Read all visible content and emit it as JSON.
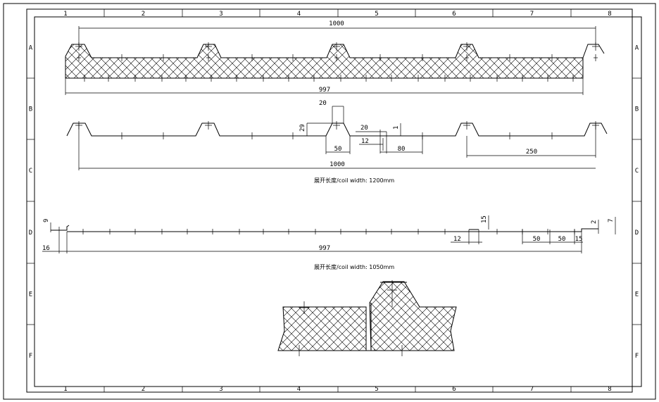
{
  "frame": {
    "columns": [
      "1",
      "2",
      "3",
      "4",
      "5",
      "6",
      "7",
      "8"
    ],
    "rows": [
      "A",
      "B",
      "C",
      "D",
      "E",
      "F"
    ]
  },
  "view1": {
    "top_dim": "1000",
    "bottom_dim": "997"
  },
  "view2": {
    "dim_20": "20",
    "dim_29": "29",
    "dim_50": "50",
    "dim_20b": "20",
    "dim_1": "1",
    "dim_12": "12",
    "dim_80": "80",
    "dim_250": "250",
    "dim_1000": "1000"
  },
  "caption1": "展开长度/coil width: 1200mm",
  "view3": {
    "dim_9": "9",
    "dim_16": "16",
    "dim_997": "997",
    "dim_12": "12",
    "dim_15": "15",
    "dim_50a": "50",
    "dim_50b": "50",
    "dim_15b": "15",
    "dim_2": "2",
    "dim_7": "7"
  },
  "caption2": "展开长度/coil width: 1050mm",
  "colors": {
    "line": "#000000",
    "background": "#ffffff"
  }
}
